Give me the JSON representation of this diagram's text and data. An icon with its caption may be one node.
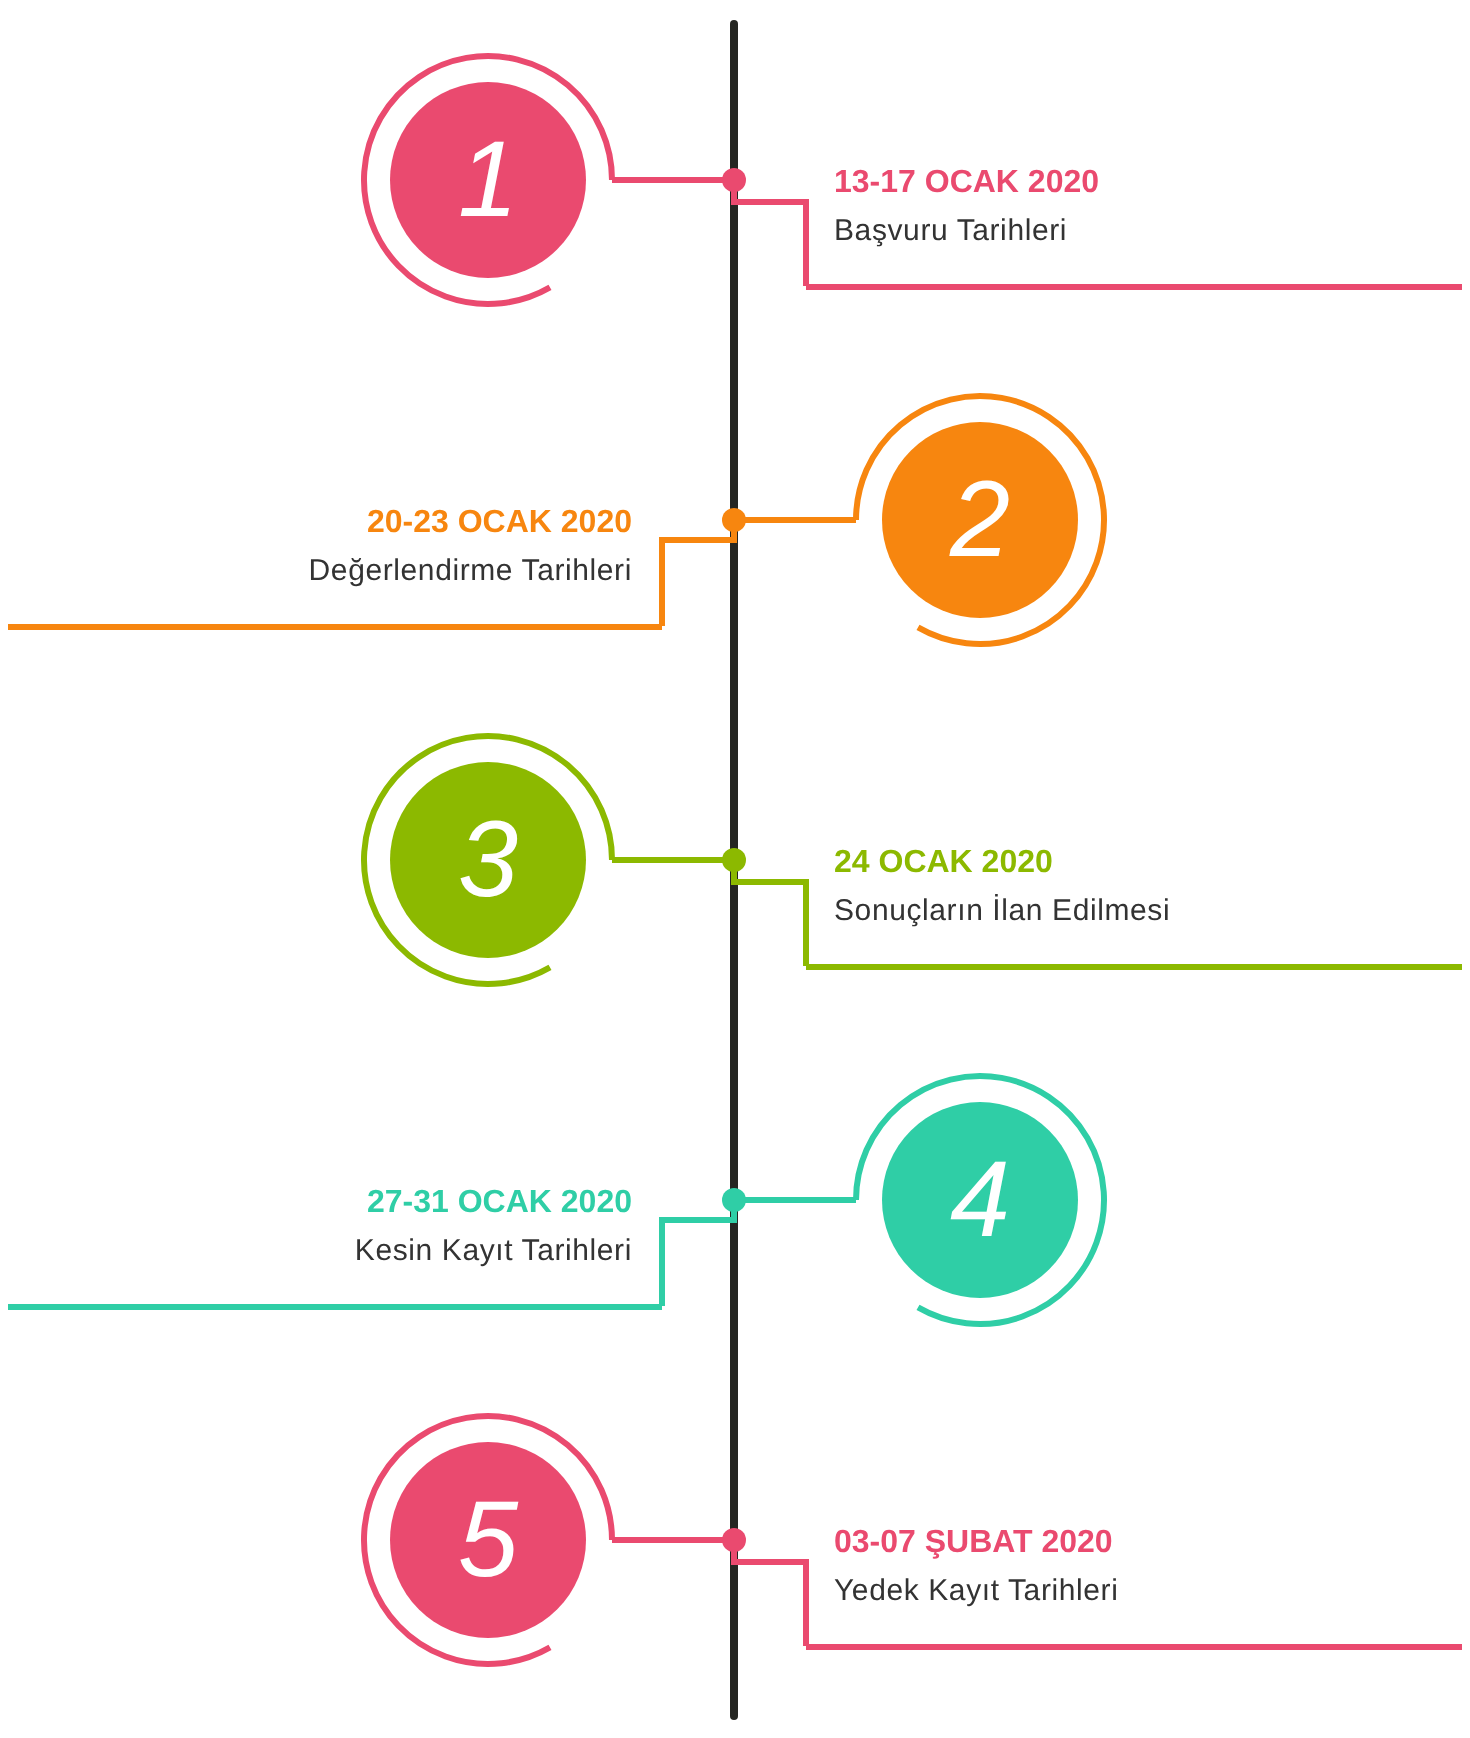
{
  "diagram": {
    "nodes": [
      {
        "text": [
          "1"
        ]
      },
      {
        "text": [
          "13-17 OCAK 2020",
          "Başvuru Tarihleri"
        ]
      },
      {
        "text": [
          "20-23 OCAK 2020",
          "Değerlendirme Tarihleri"
        ]
      },
      {
        "text": [
          "2"
        ]
      },
      {
        "text": [
          "3"
        ]
      },
      {
        "text": [
          "24 OCAK 2020",
          "Sonuçların İlan Edilmesi"
        ]
      },
      {
        "text": [
          "27-31 OCAK 2020",
          "Kesin Kayıt Tarihleri"
        ]
      },
      {
        "text": [
          "4"
        ]
      },
      {
        "text": [
          "5"
        ]
      },
      {
        "text": [
          "03-07 ŞUBAT 2020",
          "Yedek Kayıt Tarihleri"
        ]
      }
    ],
    "edges": [
      {
        "from": 0,
        "to": 1,
        "arrow": "none",
        "color": "#ea4a6f"
      },
      {
        "from": 3,
        "to": 2,
        "arrow": "none",
        "color": "#f7860f"
      },
      {
        "from": 4,
        "to": 5,
        "arrow": "none",
        "color": "#8cb900"
      },
      {
        "from": 7,
        "to": 6,
        "arrow": "none",
        "color": "#2fcea6"
      },
      {
        "from": 8,
        "to": 9,
        "arrow": "none",
        "color": "#ea4a6f"
      }
    ]
  }
}
